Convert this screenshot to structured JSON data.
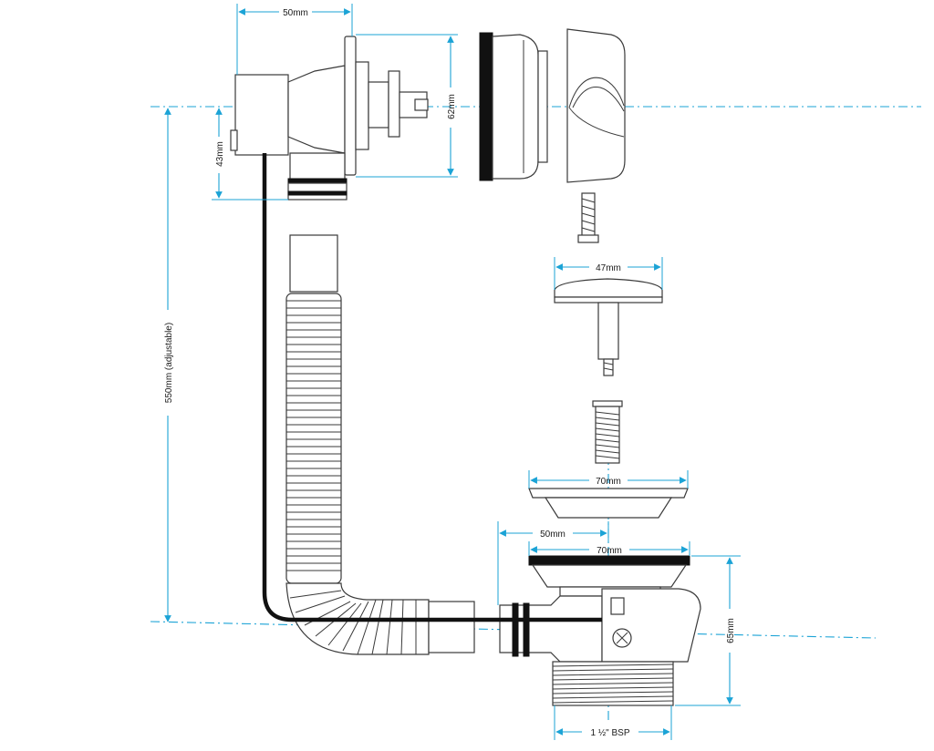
{
  "colors": {
    "dimension_line": "#1ba3d6",
    "outline": "#3a3a3a",
    "cable": "#111111",
    "background": "#ffffff"
  },
  "dimensions": {
    "overflow_width": "50mm",
    "overflow_height": "62mm",
    "overflow_offset": "43mm",
    "total_height": "550mm (adjustable)",
    "plug_diameter": "47mm",
    "flange_diameter": "70mm",
    "body_top_diameter": "70mm",
    "outlet_offset": "50mm",
    "waste_height": "65mm",
    "thread": "1 ½\" BSP"
  }
}
